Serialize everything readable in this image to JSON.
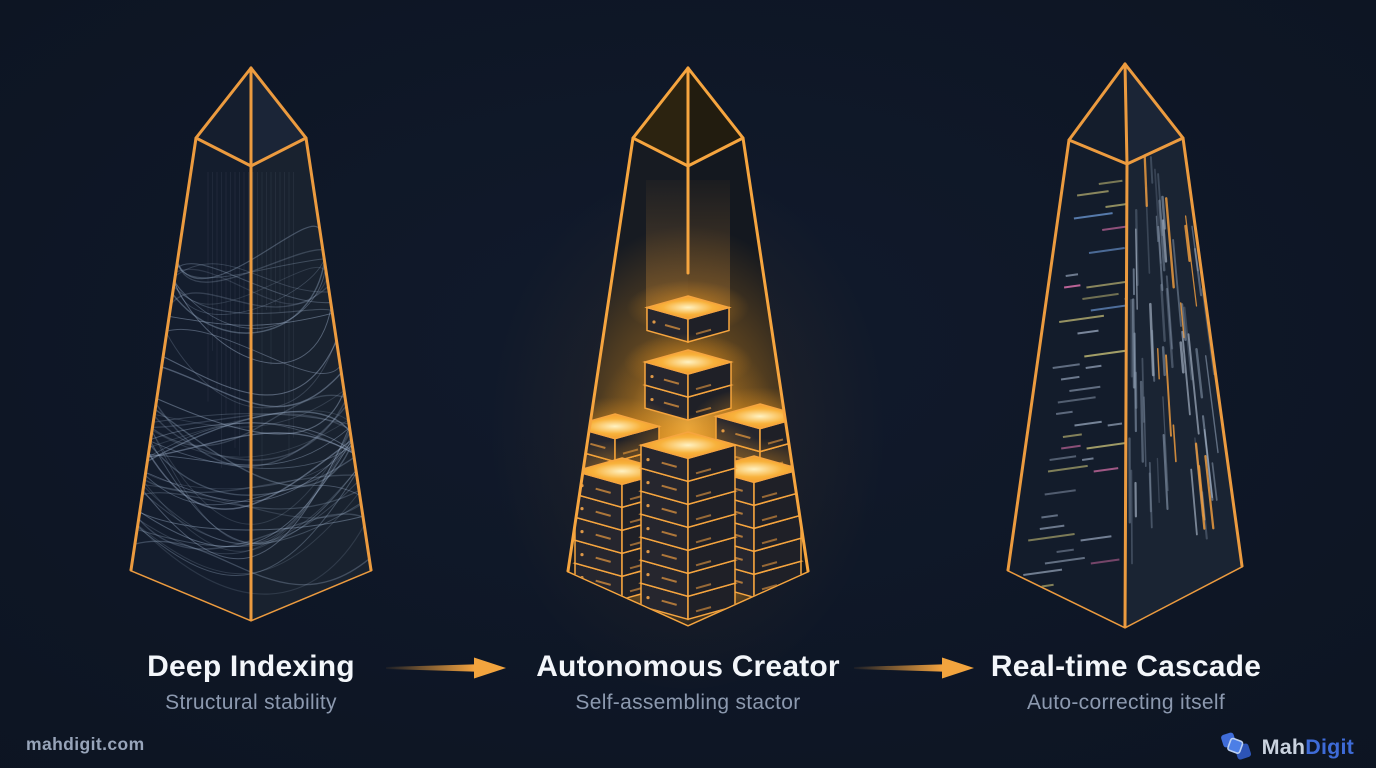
{
  "stages": [
    {
      "title": "Deep Indexing",
      "subtitle": "Structural stability",
      "visual": "wireframe-thread-obelisk"
    },
    {
      "title": "Autonomous Creator",
      "subtitle": "Self-assembling stactor",
      "visual": "glowing-block-stack-obelisk"
    },
    {
      "title": "Real-time Cascade",
      "subtitle": "Auto-correcting itself",
      "visual": "code-cascade-obelisk"
    }
  ],
  "arrow": {
    "icon": "arrow-right-icon",
    "color": "#F2A23E"
  },
  "footer": {
    "watermark": "mahdigit.com",
    "brand_primary": "Mah",
    "brand_secondary": "Digit",
    "brand_icon": "mahdigit-pinwheel-icon"
  },
  "palette": {
    "background": "#0D1523",
    "edge_orange": "#EC9B3F",
    "edge_orange_bright": "#F6A53F",
    "glow": "#F9A01B",
    "title": "#F3F6FA",
    "subtitle": "#8C99AF",
    "thread": "#9FB2CC",
    "streak_blue": "#9FB0C6",
    "code_gray": "#8593A8",
    "code_pink": "#D06CA4",
    "code_yellow": "#C9C178",
    "code_blue": "#6F9BD8",
    "brand_blue": "#3E6BD7"
  }
}
